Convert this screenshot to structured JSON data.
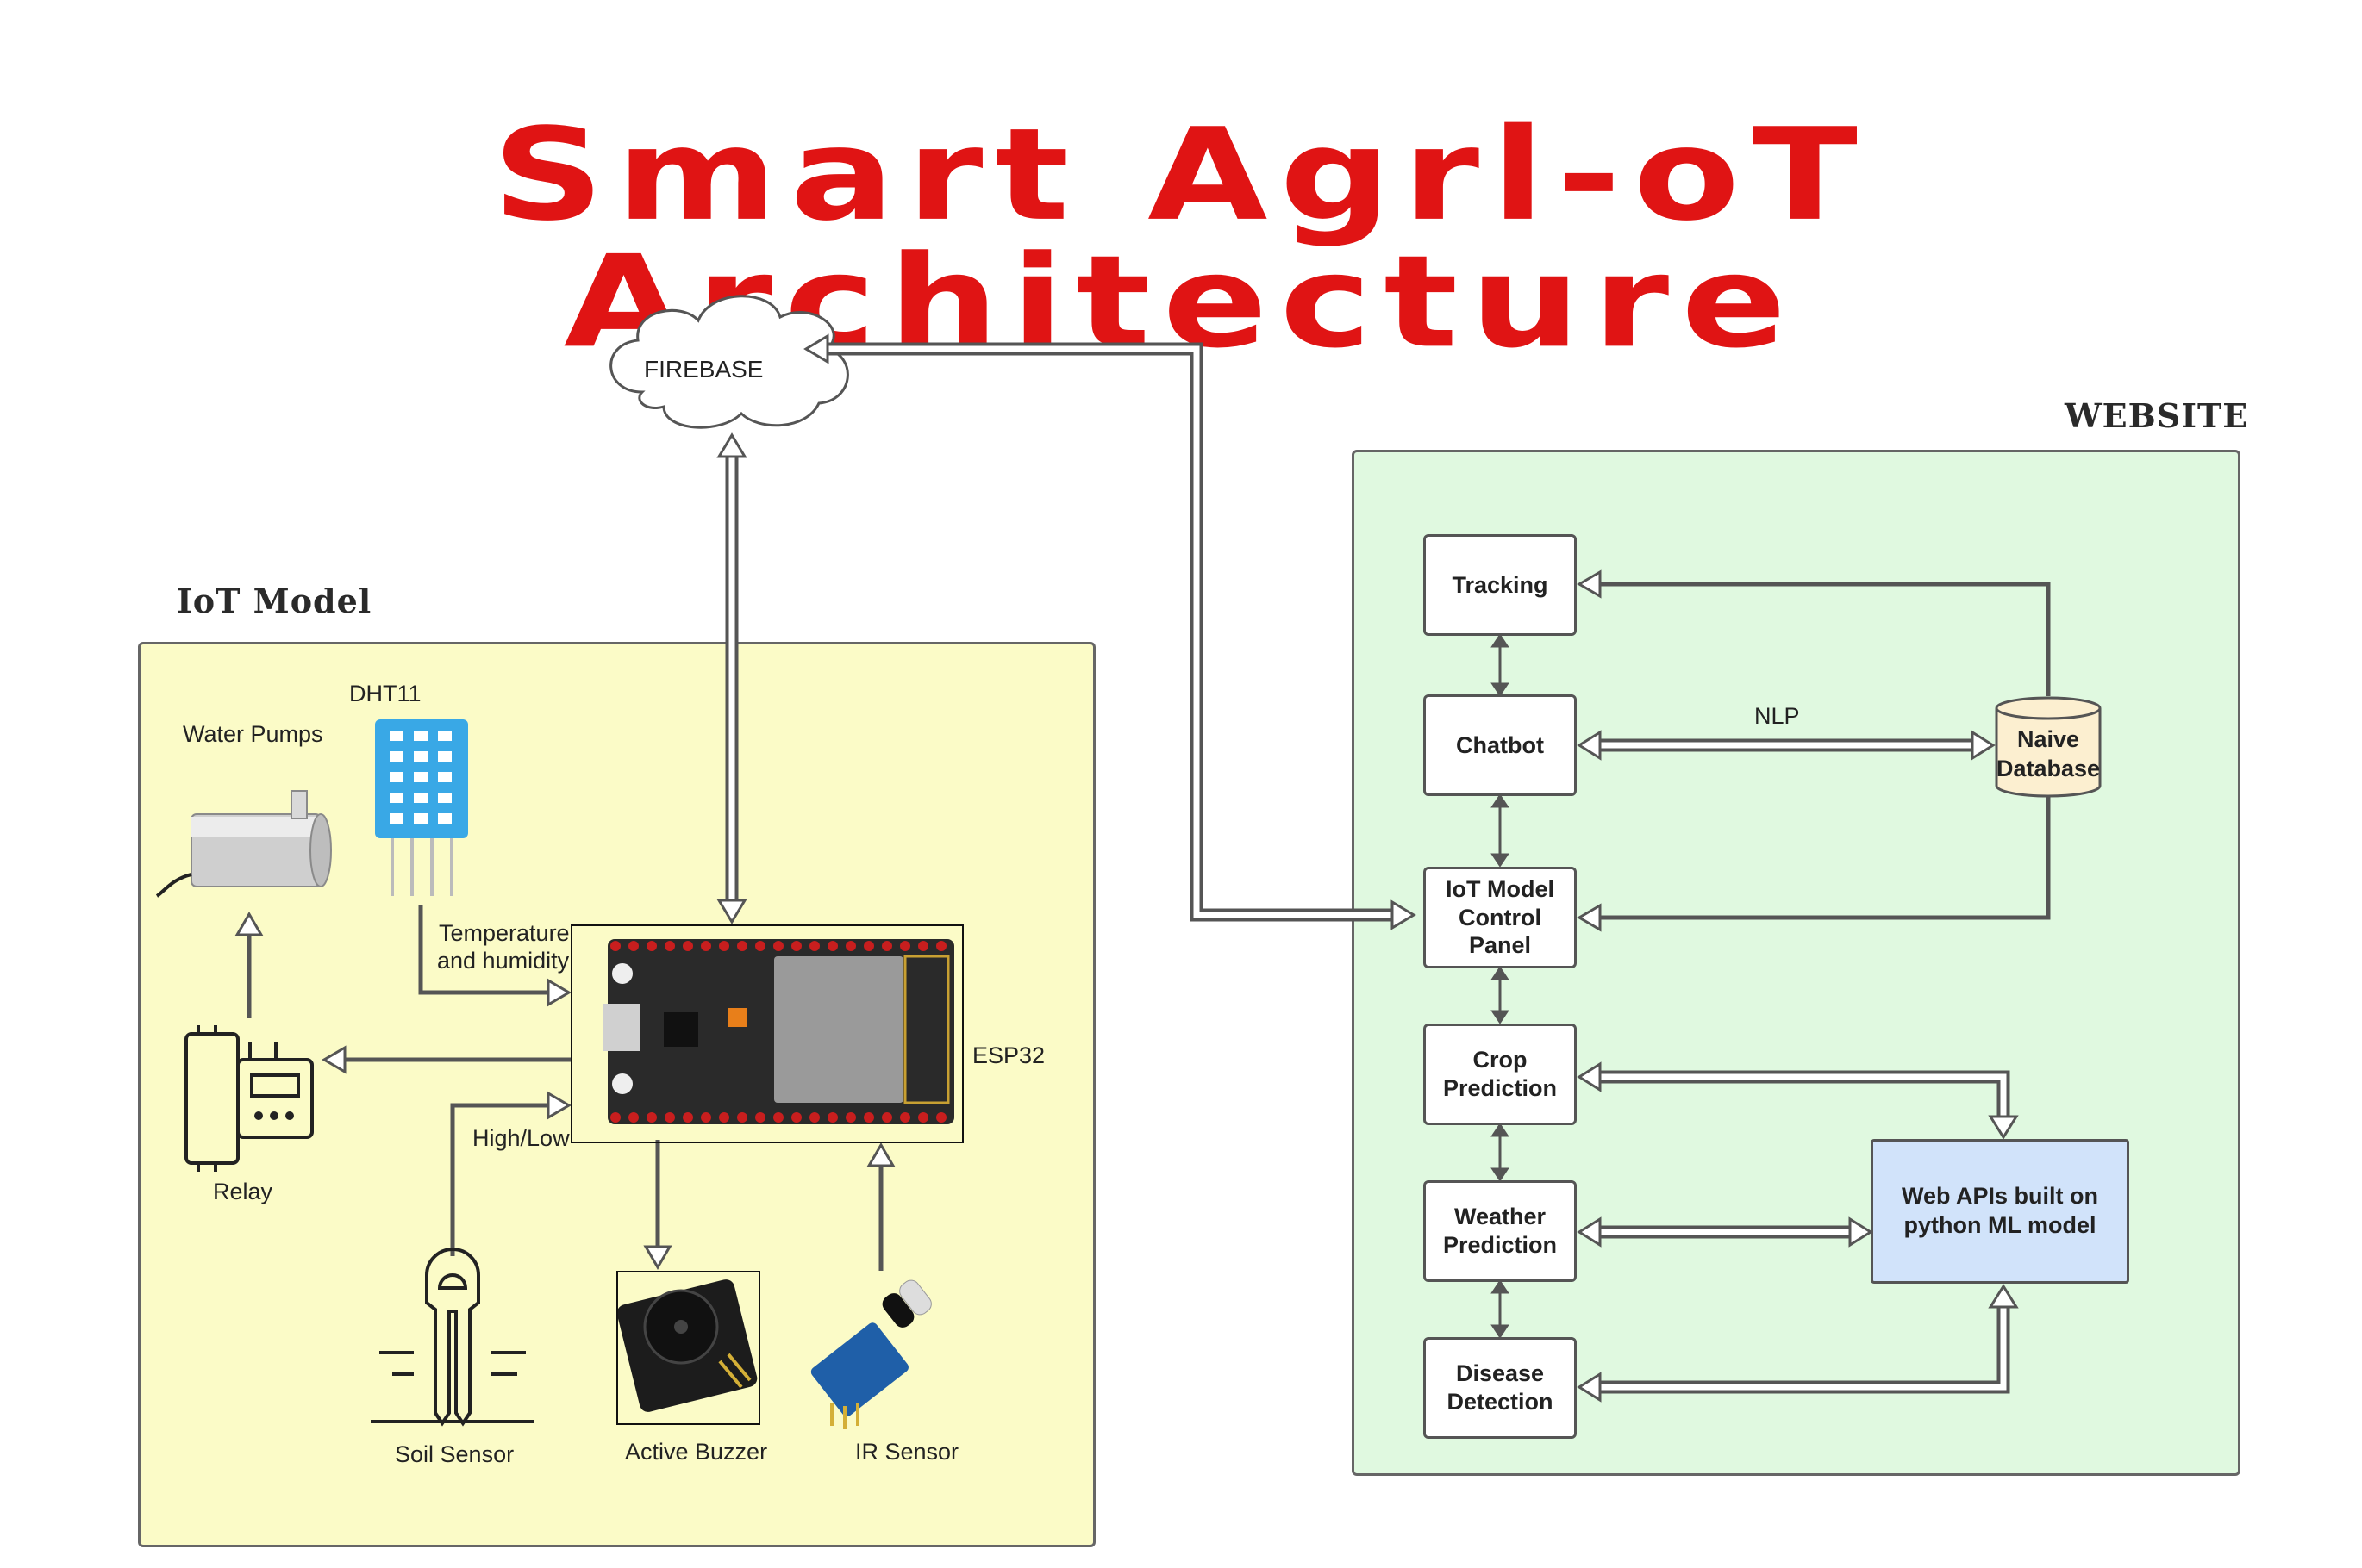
{
  "title": "Smart Agrl-oT Architecture",
  "cloud": {
    "label": "FIREBASE"
  },
  "iot_model": {
    "section_label": "IoT Model",
    "components": {
      "dht11": "DHT11",
      "water_pumps": "Water Pumps",
      "relay": "Relay",
      "esp32": "ESP32",
      "soil_sensor": "Soil Sensor",
      "active_buzzer": "Active Buzzer",
      "ir_sensor": "IR Sensor"
    },
    "edge_labels": {
      "temperature": "Temperature",
      "humidity": "and humidity",
      "high_low": "High/Low"
    }
  },
  "website": {
    "section_label": "WEBSITE",
    "boxes": {
      "tracking": "Tracking",
      "chatbot": "Chatbot",
      "iot_control_panel": "IoT Model Control Panel",
      "crop_prediction": "Crop Prediction",
      "weather_prediction": "Weather Prediction",
      "disease_detection": "Disease Detection"
    },
    "database": "Naive Database",
    "nlp_label": "NLP",
    "web_apis": "Web APIs built on python ML model"
  },
  "colors": {
    "title": "#e01414",
    "iot_panel_bg": "#fbfbc7",
    "website_panel_bg": "#e0f9e0",
    "web_api_bg": "#d1e3fa",
    "database_bg": "#fcefd0",
    "dht_blue": "#39a8e6",
    "connector": "#555555"
  }
}
